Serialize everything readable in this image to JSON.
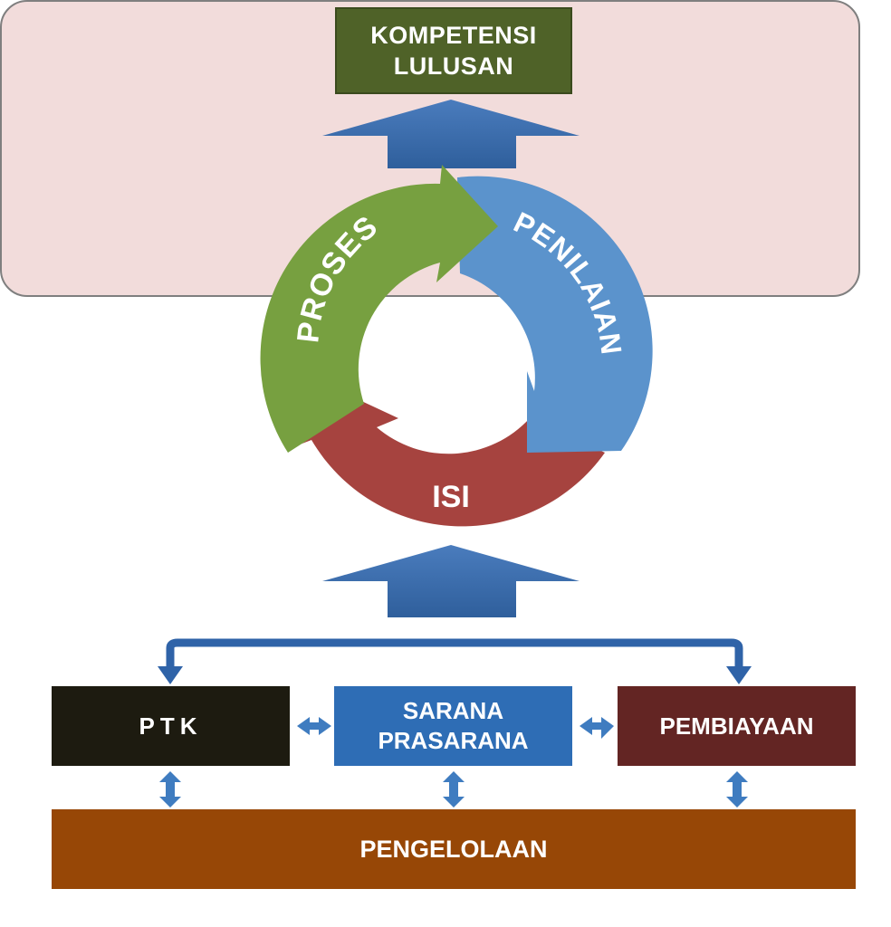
{
  "top_box": {
    "line1": "KOMPETENSI",
    "line2": "LULUSAN"
  },
  "cycle": {
    "proses": "PROSES",
    "penilaian": "PENILAIAN",
    "isi": "ISI"
  },
  "standards": {
    "ptk": "PTK",
    "sarana_line1": "SARANA",
    "sarana_line2": "PRASARANA",
    "pembiayaan": "PEMBIAYAAN",
    "pengelolaan": "PENGELOLAAN"
  },
  "colors": {
    "competency": "#4f6228",
    "proses": "#77a040",
    "penilaian": "#5b93cc",
    "isi": "#a6433f",
    "up_arrow": "#3a6aa8",
    "ptk": "#1d1b10",
    "sarana": "#2e6db5",
    "pembiayaan": "#632523",
    "pengelolaan": "#974706",
    "panel": "#f2dcdb"
  }
}
